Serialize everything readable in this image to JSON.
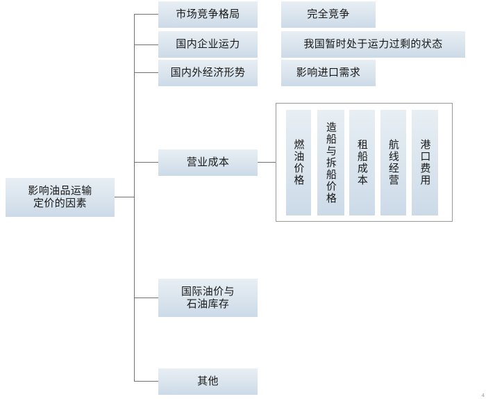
{
  "diagram": {
    "title": "影响油品运输定价的因素",
    "type": "tree-mindmap",
    "root": {
      "label": "影响油品运输\n定价的因素"
    },
    "branches": [
      {
        "label": "市场竞争格局",
        "detail": "完全竞争"
      },
      {
        "label": "国内企业运力",
        "detail": "我国暂时处于运力过剩的状态"
      },
      {
        "label": "国内外经济形势",
        "detail": "影响进口需求"
      },
      {
        "label": "营业成本",
        "detail": ""
      },
      {
        "label": "国际油价与\n石油库存",
        "detail": ""
      },
      {
        "label": "其他",
        "detail": ""
      }
    ],
    "cost_items": [
      {
        "label": "燃油价格"
      },
      {
        "label": "造船与拆船价格"
      },
      {
        "label": "租船成本"
      },
      {
        "label": "航线经营"
      },
      {
        "label": "港口费用"
      }
    ],
    "page_mark": "4",
    "colors": {
      "node_fill_top": "#e8eef4",
      "node_fill_bottom": "#ccdae8",
      "connector": "#707070",
      "frame_border": "#9a9a9a",
      "text": "#181818",
      "background": "#ffffff"
    }
  }
}
